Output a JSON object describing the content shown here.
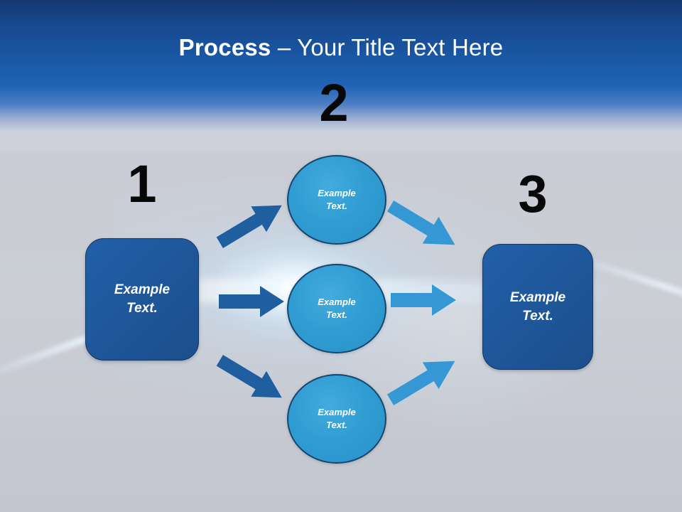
{
  "slide": {
    "title_bold": "Process",
    "title_rest": " – Your Title Text Here",
    "background_top_color": "#16478c",
    "background_bottom_color": "#c9ccd4"
  },
  "steps": [
    {
      "number": "1",
      "label_line1": "Example",
      "label_line2": "Text."
    },
    {
      "number": "2"
    },
    {
      "number": "3",
      "label_line1": "Example",
      "label_line2": "Text."
    }
  ],
  "boxes": {
    "left": {
      "line1": "Example",
      "line2": "Text.",
      "fill": "#1e5698",
      "border": "#14365f",
      "text_color": "#ffffff"
    },
    "right": {
      "line1": "Example",
      "line2": "Text.",
      "fill": "#1e5698",
      "border": "#14365f",
      "text_color": "#ffffff"
    }
  },
  "circles": [
    {
      "line1": "Example",
      "line2": "Text.",
      "fill": "#309dd2",
      "border": "#16456e",
      "text_color": "#ffffff"
    },
    {
      "line1": "Example",
      "line2": "Text.",
      "fill": "#309dd2",
      "border": "#16456e",
      "text_color": "#ffffff"
    },
    {
      "line1": "Example",
      "line2": "Text.",
      "fill": "#309dd2",
      "border": "#16456e",
      "text_color": "#ffffff"
    }
  ],
  "arrows": {
    "dark_color": "#1f5fa0",
    "light_color": "#3598d4",
    "in_up": "up-right",
    "in_straight": "right",
    "in_down": "down-right",
    "out_down": "down-right",
    "out_straight": "right",
    "out_up": "up-right"
  }
}
